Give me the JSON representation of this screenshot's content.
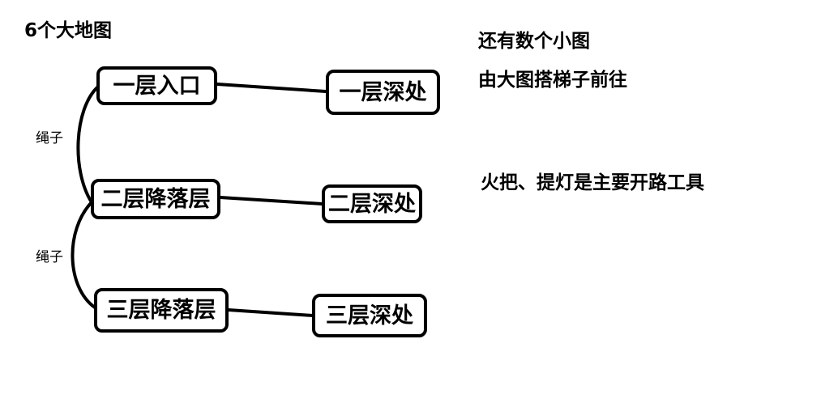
{
  "title": "6个大地图",
  "notes": [
    "还有数个小图",
    "由大图搭梯子前往",
    "火把、提灯是主要开路工具"
  ],
  "nodes": [
    "一层入口",
    "一层深处",
    "二层降落层",
    "二层深处",
    "三层降落层",
    "三层深处"
  ],
  "connectors": [
    "绳子",
    "绳子"
  ]
}
